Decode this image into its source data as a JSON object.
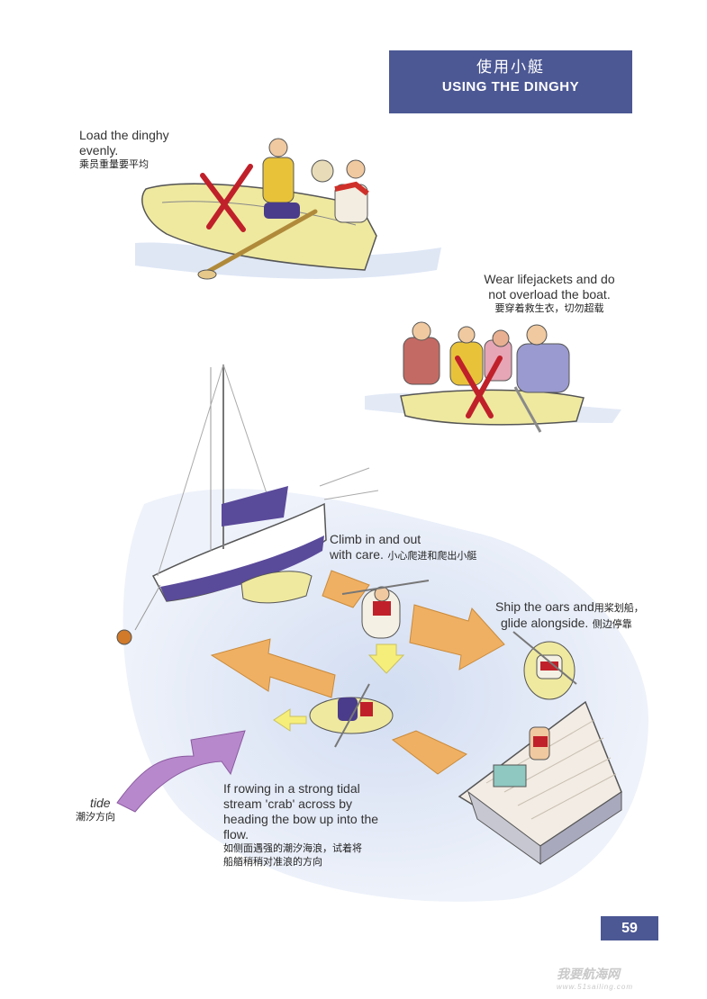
{
  "header": {
    "title_cn": "使用小艇",
    "title_en": "USING THE  DINGHY"
  },
  "captions": {
    "load": {
      "en": [
        "Load the dinghy",
        "evenly."
      ],
      "cn": "乘员重量要平均"
    },
    "lifejackets": {
      "en": [
        "Wear lifejackets and do",
        "not overload the boat."
      ],
      "cn": "要穿着救生衣，切勿超载"
    },
    "climb": {
      "en": [
        "Climb in and out",
        "with care."
      ],
      "cn": "小心爬进和爬出小艇"
    },
    "ship_oars": {
      "en": [
        "Ship the oars and",
        "glide alongside."
      ],
      "cn": [
        "用桨划船，",
        "侧边停靠"
      ]
    },
    "tide": {
      "en": "tide",
      "cn": "潮汐方向"
    },
    "rowing": {
      "en": [
        "If rowing in a strong tidal",
        "stream 'crab' across by",
        "heading the bow up into the",
        "flow."
      ],
      "cn": [
        "如侧面遇强的潮汐海浪，试着将",
        "船艏稍稍对准浪的方向"
      ]
    }
  },
  "page_number": "59",
  "watermark": {
    "brand": "我要航海网",
    "url": "www.51sailing.com"
  },
  "colors": {
    "header_bg": "#4c5894",
    "water": "#d9e3f3",
    "arrow_orange": "#f0b063",
    "arrow_purple": "#b888cc",
    "arrow_yellow": "#f6ee7a",
    "cross_red": "#c0202a",
    "dinghy_yellow": "#efe9a0"
  }
}
